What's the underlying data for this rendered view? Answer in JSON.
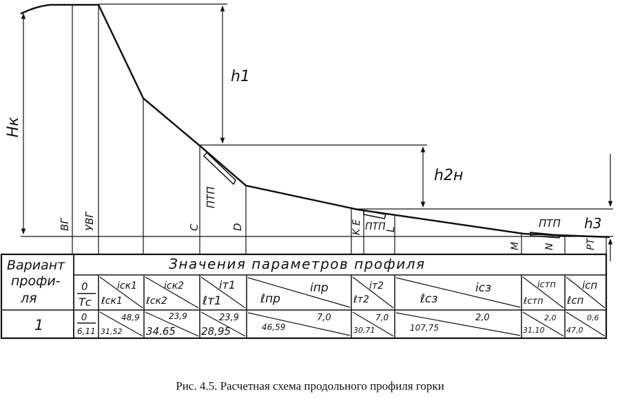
{
  "labels": {
    "h1": "h1",
    "h2n": "h2н",
    "hk": "Hк",
    "h3": "h3",
    "vg": "ВГ",
    "uvg": "УВГ",
    "c": "С",
    "d": "D",
    "e": "E",
    "k": "K",
    "l": "L",
    "m": "M",
    "n": "N",
    "rt": "РТ",
    "ptp_1": "ПТП",
    "ptp_2": "ПТП",
    "ptp_3": "ПТП"
  },
  "table": {
    "variant_header_lines": [
      "Вариант",
      "профи-",
      "ля"
    ],
    "title": "Значения  параметров  профиля",
    "columns": [
      {
        "top": "0",
        "bottom": "Тс"
      },
      {
        "left": "ℓск1",
        "right": "iск1"
      },
      {
        "left": "ℓск2",
        "right": "iск2"
      },
      {
        "left": "ℓт1",
        "right": "iт1"
      },
      {
        "left": "ℓпр",
        "right": "iпр"
      },
      {
        "left": "ℓт2",
        "right": "iт2"
      },
      {
        "left": "ℓсз",
        "right": "iсз"
      },
      {
        "left": "ℓстп",
        "right": "iстп"
      },
      {
        "left": "ℓсп",
        "right": "iсп"
      }
    ],
    "row": {
      "variant": "1",
      "cells": [
        {
          "top": "0",
          "bottom": "6,11"
        },
        {
          "left": "31,52",
          "right": "48,9"
        },
        {
          "left": "34.65",
          "right": "23,9"
        },
        {
          "left": "28,95",
          "right": "23,9"
        },
        {
          "left": "46,59",
          "right": "7,0"
        },
        {
          "left": "30,71",
          "right": "7,0"
        },
        {
          "left": "107,75",
          "right": "2,0"
        },
        {
          "left": "31,10",
          "right": "2,0"
        },
        {
          "left": "47,0",
          "right": "0,6"
        }
      ]
    }
  },
  "caption": "Рис. 4.5. Расчетная схема продольного профиля горки"
}
